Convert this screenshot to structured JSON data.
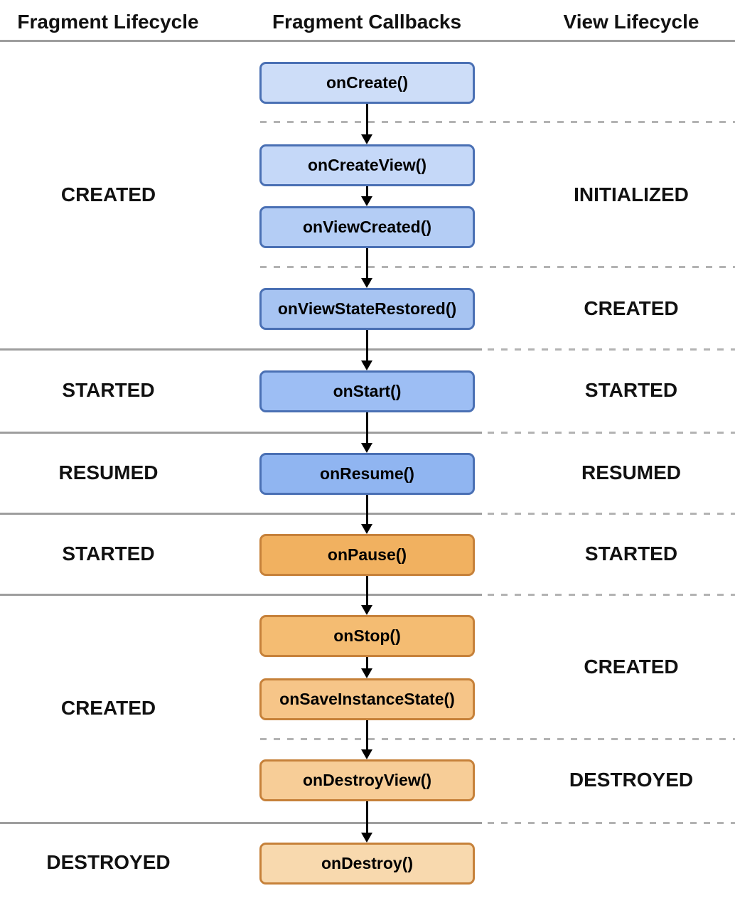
{
  "title_row": {
    "fragment_lifecycle": "Fragment Lifecycle",
    "fragment_callbacks": "Fragment Callbacks",
    "view_lifecycle": "View Lifecycle"
  },
  "callbacks": [
    {
      "label": "onCreate()",
      "fill": "#cdddf8",
      "border": "#4a70b4"
    },
    {
      "label": "onCreateView()",
      "fill": "#c5d8f8",
      "border": "#4a70b4"
    },
    {
      "label": "onViewCreated()",
      "fill": "#b4cdf5",
      "border": "#4a70b4"
    },
    {
      "label": "onViewStateRestored()",
      "fill": "#a7c4f2",
      "border": "#4a70b4"
    },
    {
      "label": "onStart()",
      "fill": "#9dbef4",
      "border": "#4a70b4"
    },
    {
      "label": "onResume()",
      "fill": "#90b5f1",
      "border": "#4a70b4"
    },
    {
      "label": "onPause()",
      "fill": "#f1b160",
      "border": "#c6813a"
    },
    {
      "label": "onStop()",
      "fill": "#f4bc72",
      "border": "#c6813a"
    },
    {
      "label": "onSaveInstanceState()",
      "fill": "#f6c588",
      "border": "#c6813a"
    },
    {
      "label": "onDestroyView()",
      "fill": "#f7cd97",
      "border": "#c6813a"
    },
    {
      "label": "onDestroy()",
      "fill": "#f8d9ae",
      "border": "#c6813a"
    }
  ],
  "fragment_states": [
    {
      "label": "CREATED"
    },
    {
      "label": "STARTED"
    },
    {
      "label": "RESUMED"
    },
    {
      "label": "STARTED"
    },
    {
      "label": "CREATED"
    },
    {
      "label": "DESTROYED"
    }
  ],
  "view_states": [
    {
      "label": "INITIALIZED"
    },
    {
      "label": "CREATED"
    },
    {
      "label": "STARTED"
    },
    {
      "label": "RESUMED"
    },
    {
      "label": "STARTED"
    },
    {
      "label": "CREATED"
    },
    {
      "label": "DESTROYED"
    }
  ],
  "colors": {
    "solid_line": "#9e9e9e",
    "dashed_line": "#b3b3b3",
    "arrow": "#000000",
    "text": "#111111"
  }
}
